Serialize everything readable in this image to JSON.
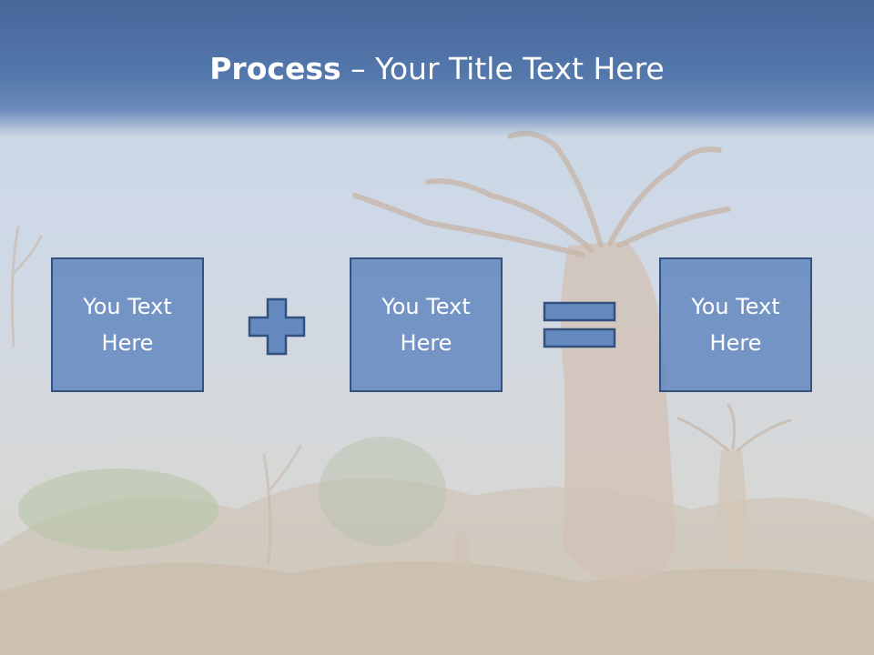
{
  "slide": {
    "title_bold": "Process",
    "title_rest": " – Your Title Text Here",
    "boxes": [
      {
        "label": "You Text\nHere"
      },
      {
        "label": "You Text\nHere"
      },
      {
        "label": "You Text\nHere"
      }
    ],
    "operators": [
      "plus-icon",
      "equals-icon"
    ]
  },
  "colors": {
    "header": "#4a6ea2",
    "box_fill": "#658ac0",
    "box_border": "#34507d",
    "text": "#ffffff"
  }
}
